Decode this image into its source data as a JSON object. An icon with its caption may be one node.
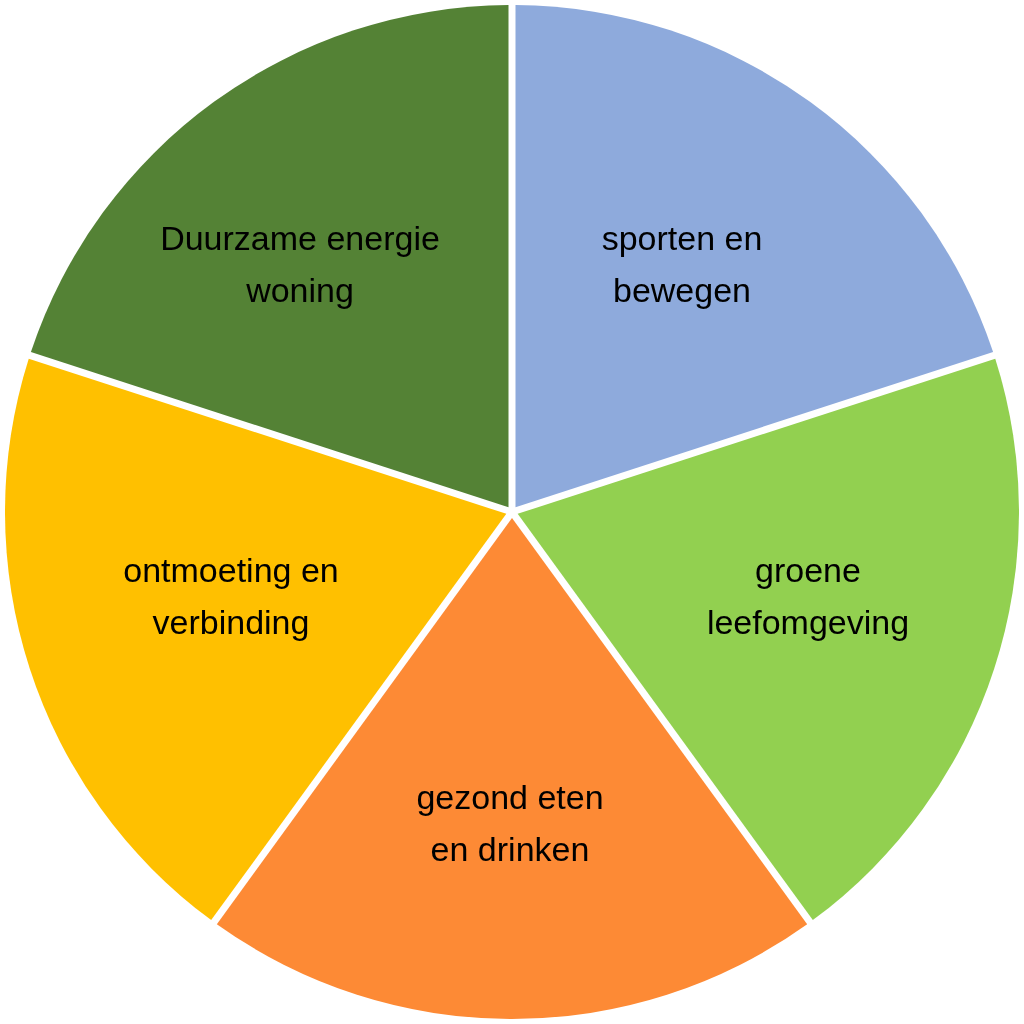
{
  "diagram": {
    "nodes": [
      {
        "text": [
          "Duurzame energie woning"
        ]
      },
      {
        "text": [
          "sporten en bewegen"
        ]
      },
      {
        "text": [
          "ontmoeting en verbinding"
        ]
      },
      {
        "text": [
          "groene leefomgeving"
        ]
      },
      {
        "text": [
          "gezond eten en drinken"
        ]
      }
    ]
  }
}
